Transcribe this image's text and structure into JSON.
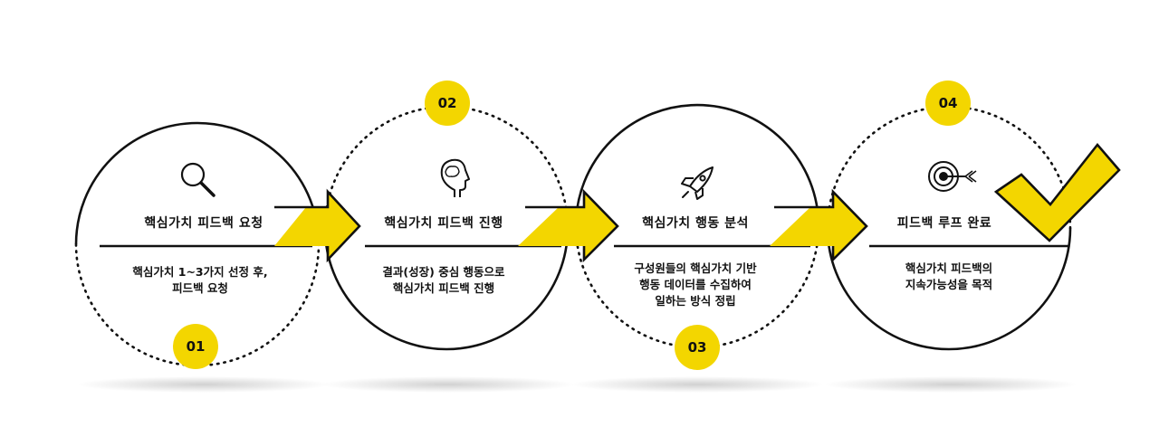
{
  "steps": [
    {
      "number": "01",
      "title": "핵심가치 피드백 요청",
      "desc_lines": [
        "핵심가치 1~3가지 선정 후,",
        "피드백 요청"
      ],
      "icon": "search-icon"
    },
    {
      "number": "02",
      "title": "핵심가치 피드백 진행",
      "desc_lines": [
        "결과(성장) 중심 행동으로",
        "핵심가치 피드백 진행"
      ],
      "icon": "brain-head-icon"
    },
    {
      "number": "03",
      "title": "핵심가치 행동 분석",
      "desc_lines": [
        "구성원들의 핵심가치 기반",
        "행동 데이터를 수집하여",
        "일하는 방식 정립"
      ],
      "icon": "rocket-icon"
    },
    {
      "number": "04",
      "title": "피드백 루프 완료",
      "desc_lines": [
        "핵심가치 피드백의",
        "지속가능성을 목적"
      ],
      "icon": "target-icon"
    }
  ],
  "final_mark": "checkmark-icon",
  "colors": {
    "accent": "#f3d600",
    "line": "#111111"
  }
}
